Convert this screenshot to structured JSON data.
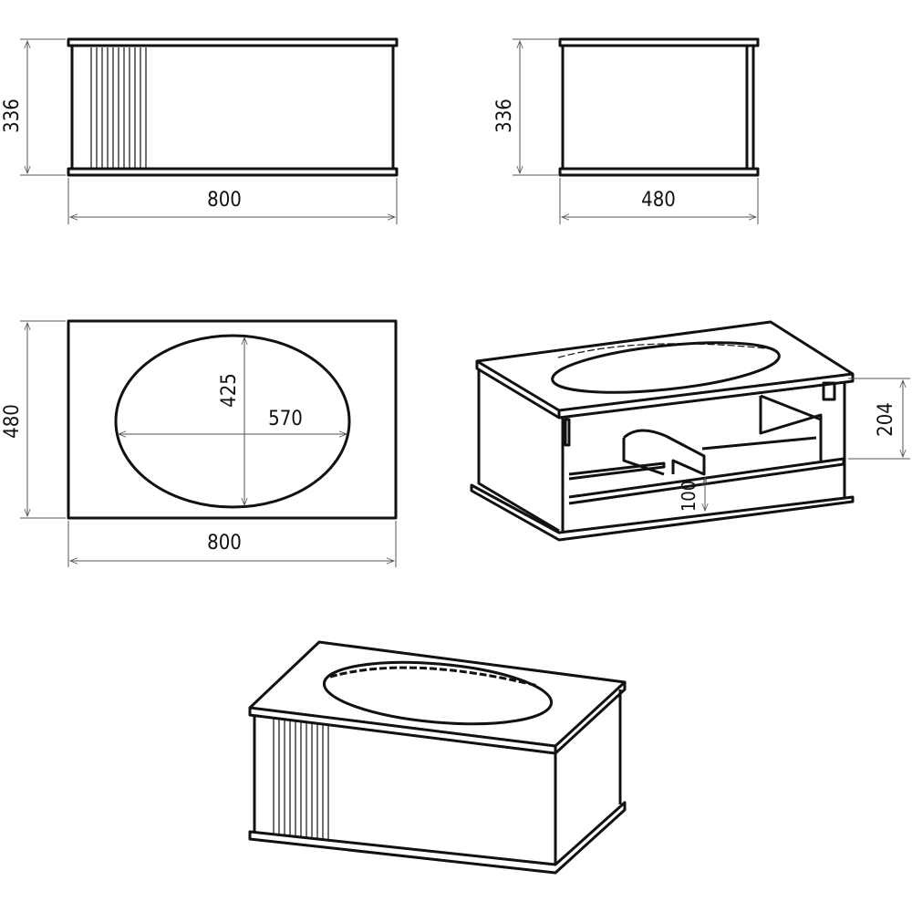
{
  "front_view": {
    "height": "336",
    "width": "800"
  },
  "side_view": {
    "height": "336",
    "depth": "480"
  },
  "top_view": {
    "depth": "480",
    "width": "800",
    "bowl_depth": "425",
    "bowl_width": "570"
  },
  "iso_open_view": {
    "inner_height": "204",
    "drawer_height": "100"
  }
}
